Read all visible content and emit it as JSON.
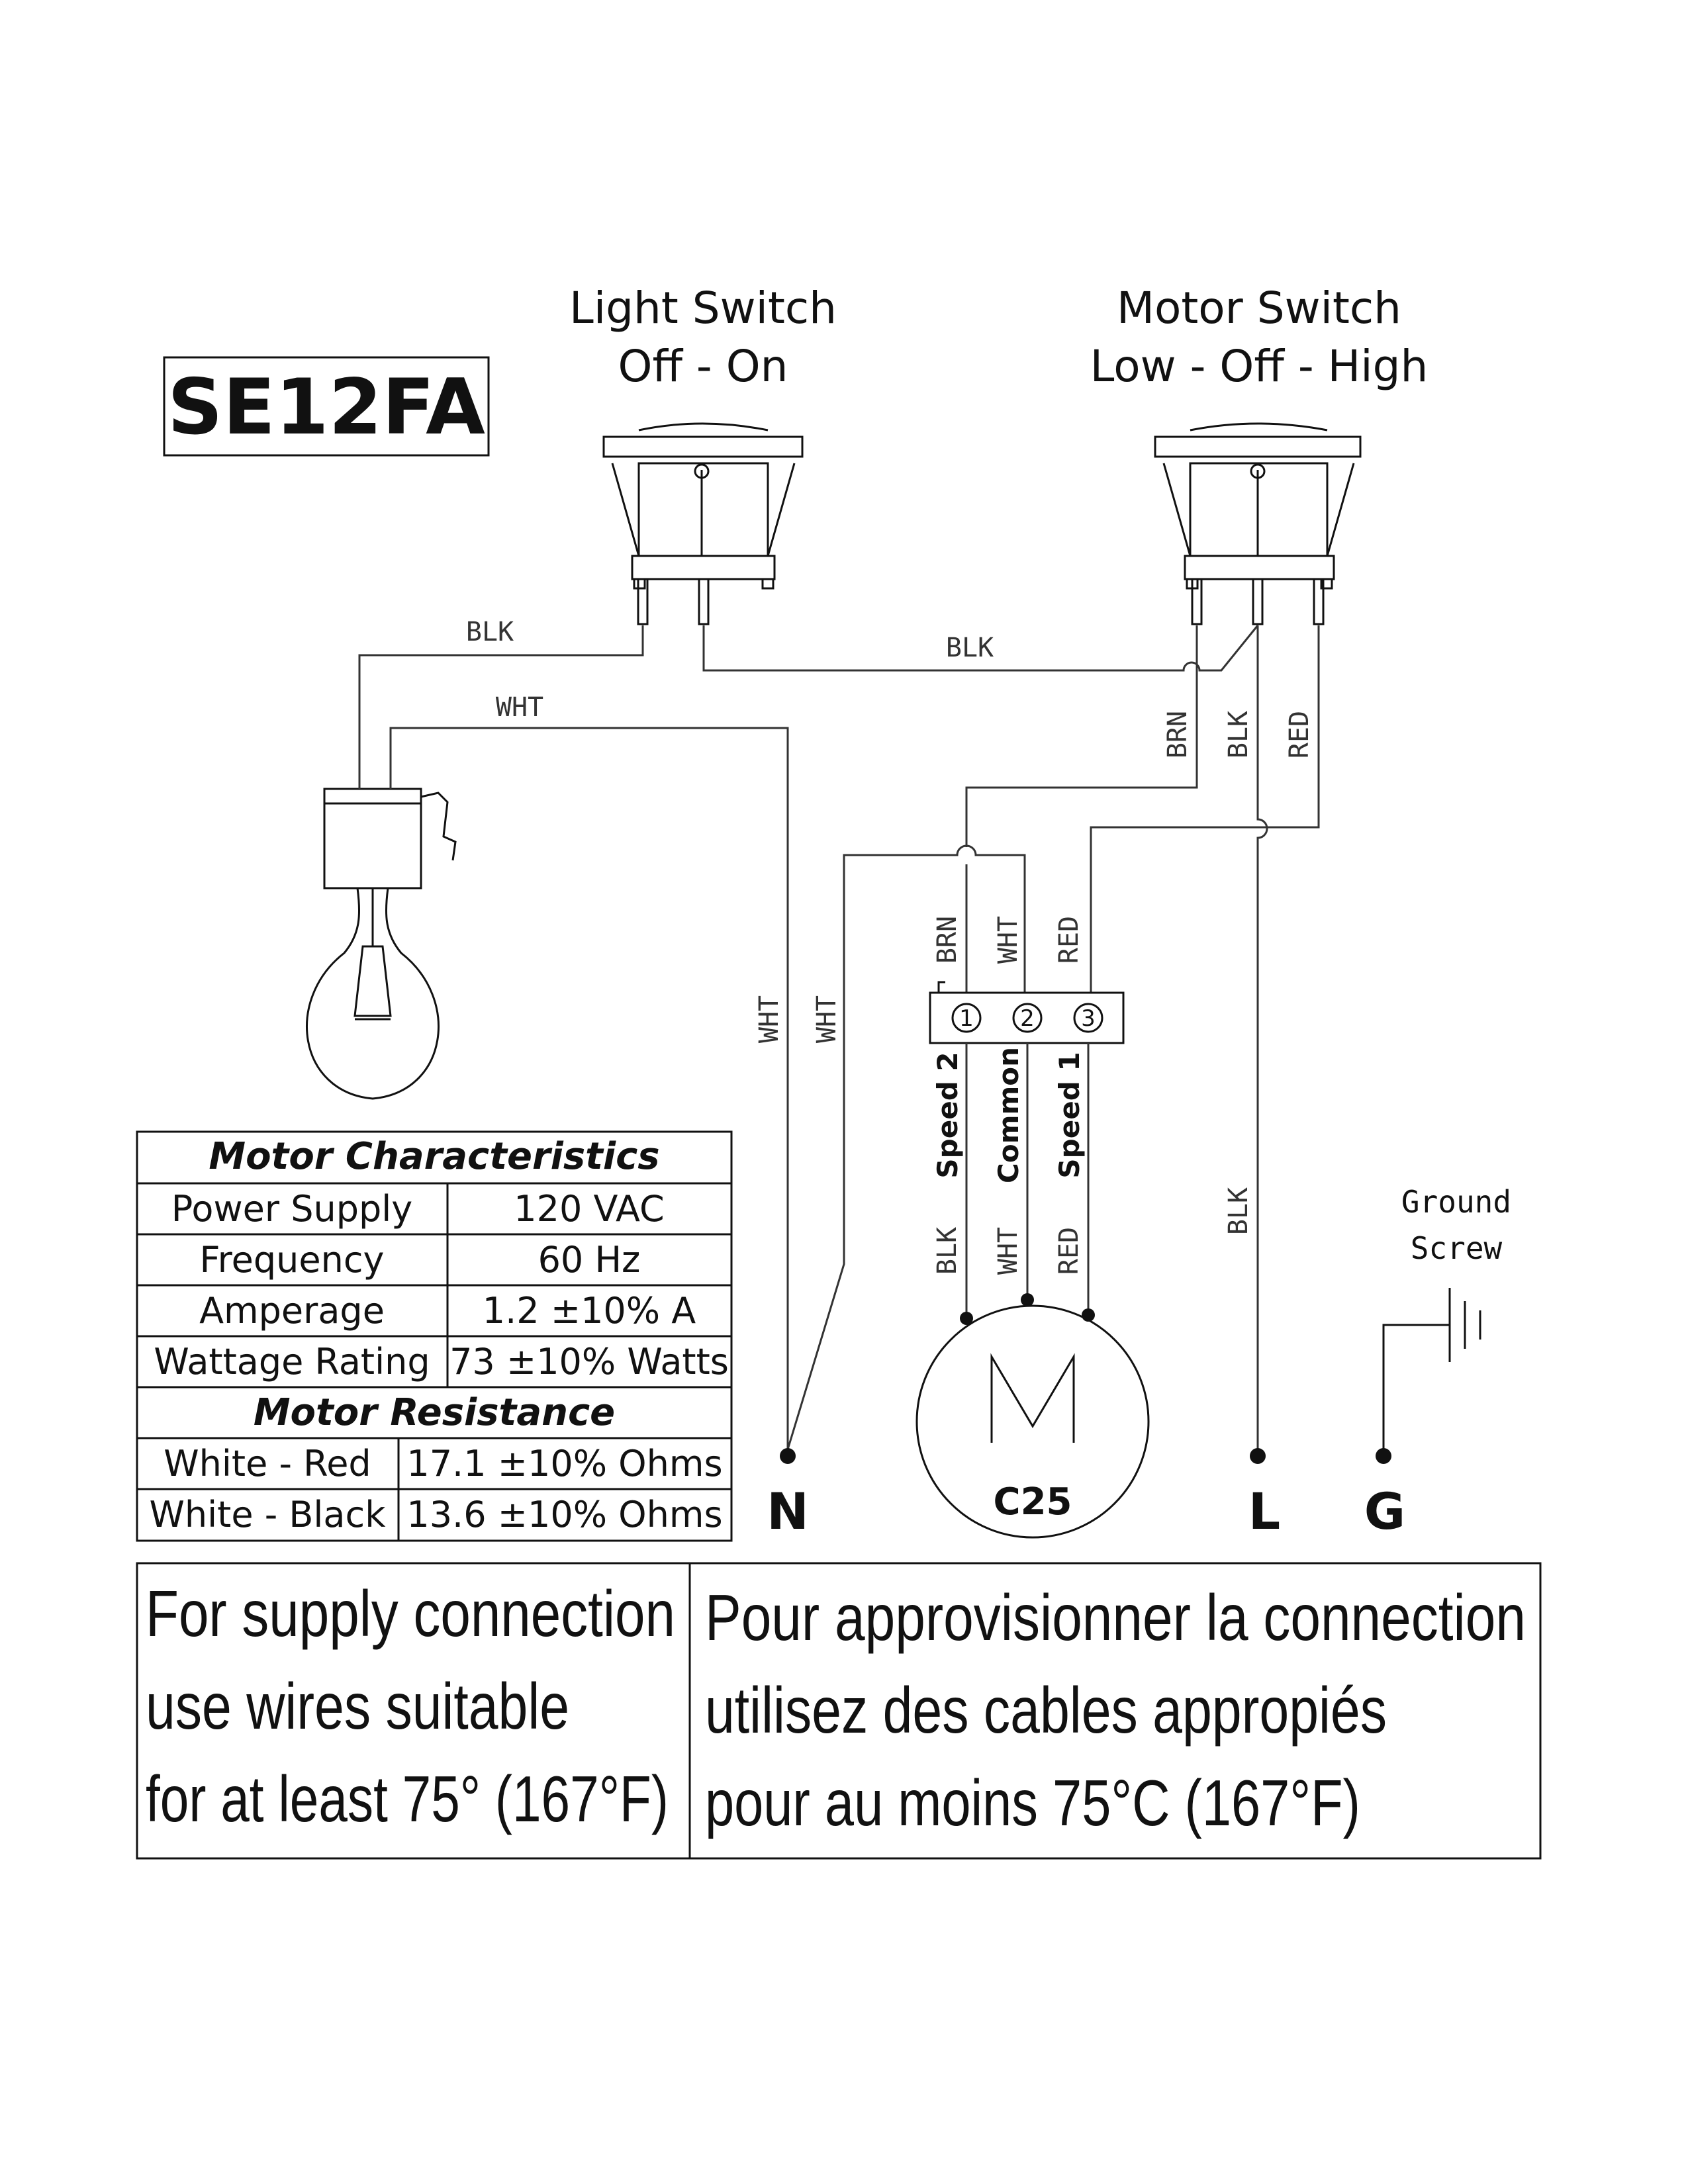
{
  "model": "SE12FA",
  "light_switch": {
    "title_line1": "Light Switch",
    "title_line2": "Off - On"
  },
  "motor_switch": {
    "title_line1": "Motor Switch",
    "title_line2": "Low - Off - High"
  },
  "wire_labels": {
    "light_blk": "BLK",
    "light_wht": "WHT",
    "switch_link_blk": "BLK",
    "motor_sw_brn": "BRN",
    "motor_sw_blk": "BLK",
    "motor_sw_red": "RED",
    "neutral_wht_1": "WHT",
    "neutral_wht_2": "WHT",
    "block_in_brn": "BRN",
    "block_in_wht": "WHT",
    "block_in_red": "RED",
    "motor_blk": "BLK",
    "motor_wht": "WHT",
    "motor_red": "RED",
    "line_blk": "BLK"
  },
  "terminal_block": {
    "numbers": [
      "1",
      "2",
      "3"
    ],
    "speed_labels": [
      "Speed 2",
      "Common",
      "Speed 1"
    ]
  },
  "motor": {
    "symbol": "M",
    "label": "C25"
  },
  "terminals": {
    "neutral": "N",
    "line": "L",
    "ground": "G"
  },
  "ground": {
    "label_line1": "Ground",
    "label_line2": "Screw"
  },
  "characteristics_table": {
    "title": "Motor Characteristics",
    "rows": [
      {
        "name": "Power Supply",
        "value": "120 VAC"
      },
      {
        "name": "Frequency",
        "value": "60 Hz"
      },
      {
        "name": "Amperage",
        "value": "1.2 ±10% A"
      },
      {
        "name": "Wattage Rating",
        "value": "73 ±10% Watts"
      }
    ],
    "resistance_title": "Motor Resistance",
    "resistance_rows": [
      {
        "name": "White - Red",
        "value": "17.1 ±10% Ohms"
      },
      {
        "name": "White - Black",
        "value": "13.6 ±10% Ohms"
      }
    ]
  },
  "notice": {
    "en": [
      "For supply connection",
      "use wires suitable",
      "for at least 75° (167°F)"
    ],
    "fr": [
      "Pour approvisionner la connection",
      "utilisez des cables appropiés",
      "pour au moins 75°C (167°F)"
    ]
  }
}
